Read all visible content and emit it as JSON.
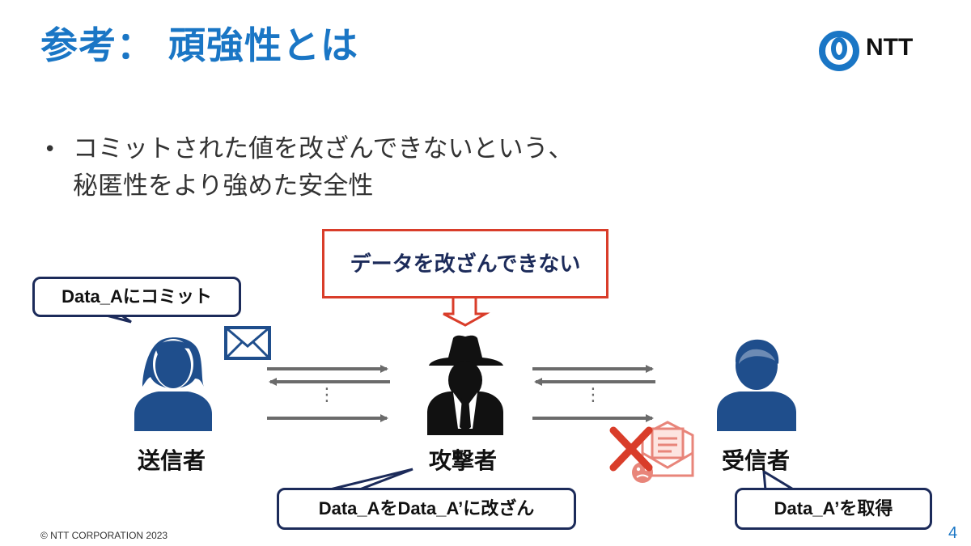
{
  "slide": {
    "title": "参考： 頑強性とは",
    "logo_text": "NTT",
    "bullet": {
      "marker": "•",
      "line1": "コミットされた値を改ざんできないという、",
      "line2": "秘匿性をより強めた安全性"
    },
    "callouts": {
      "sender": "Data_Aにコミット",
      "attacker_red": "データを改ざんできない",
      "attacker": "Data_AをData_A’に改ざん",
      "receiver": "Data_A’を取得"
    },
    "roles": {
      "sender": "送信者",
      "attacker": "攻撃者",
      "receiver": "受信者"
    },
    "ellipsis": "⋮",
    "footer": "© NTT CORPORATION 2023",
    "page_number": "4",
    "colors": {
      "title_blue": "#1a76c5",
      "navy": "#1c2b5a",
      "person_blue": "#1f4e8c",
      "red": "#d93d2a",
      "arrow_gray": "#6b6b6b"
    },
    "icons": [
      "envelope-icon",
      "woman-icon",
      "spy-icon",
      "man-icon",
      "tampered-mail-icon",
      "red-x-icon",
      "ntt-logo-icon"
    ]
  }
}
